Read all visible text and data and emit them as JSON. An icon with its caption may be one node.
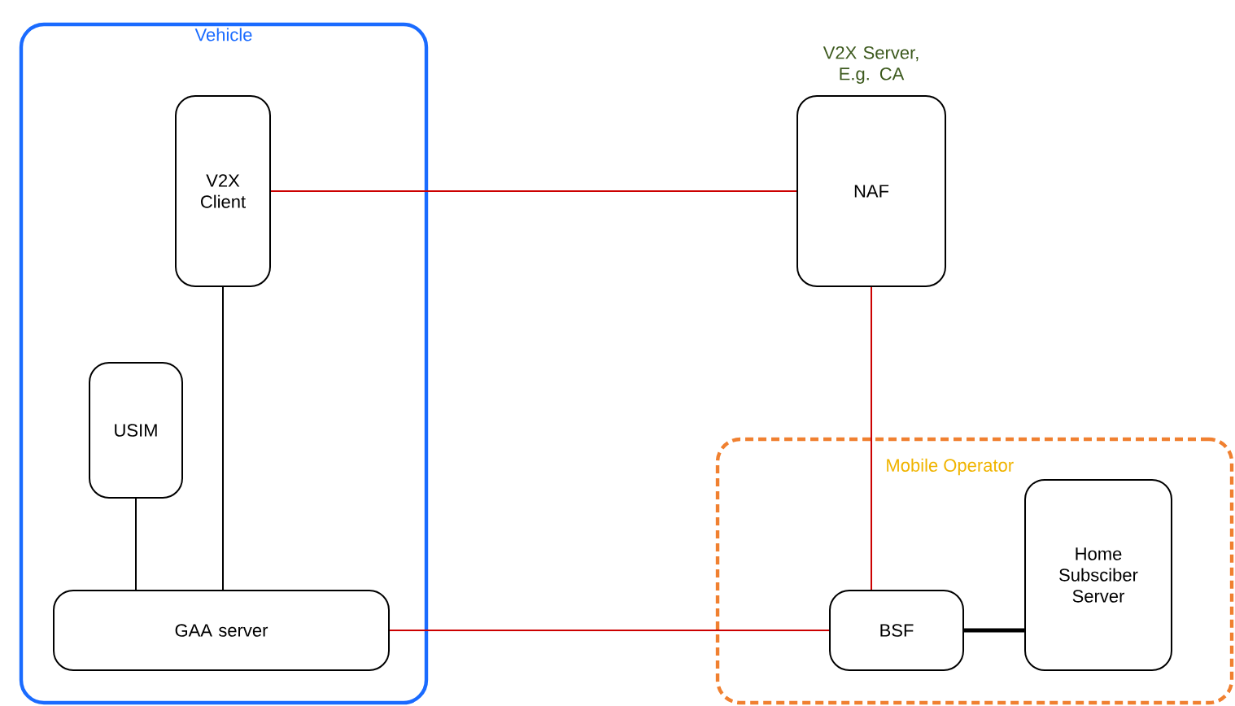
{
  "diagram": {
    "nodes": [
      {
        "text": [
          "Vehicle"
        ]
      },
      {
        "text": [
          "V2X Client"
        ],
        "in": 0
      },
      {
        "text": [
          "USIM"
        ],
        "in": 0
      },
      {
        "text": [
          "GAA server"
        ],
        "in": 0
      },
      {
        "text": [
          "NAF"
        ],
        "beside": [
          "V2X Server, E.g. CA"
        ]
      },
      {
        "text": [
          "Mobile Operator"
        ]
      },
      {
        "text": [
          "BSF"
        ],
        "in": 5
      },
      {
        "text": [
          "Home Subsciber Server"
        ],
        "in": 5
      }
    ],
    "edges": [
      {
        "from": 1,
        "to": 4,
        "arrow": "none",
        "color": "#cc0000"
      },
      {
        "from": 1,
        "to": 3,
        "arrow": "none",
        "color": "#000000"
      },
      {
        "from": 2,
        "to": 3,
        "arrow": "none",
        "color": "#000000"
      },
      {
        "from": 3,
        "to": 6,
        "arrow": "none",
        "color": "#cc0000"
      },
      {
        "from": 4,
        "to": 6,
        "arrow": "none",
        "color": "#cc0000"
      },
      {
        "from": 6,
        "to": 7,
        "arrow": "none",
        "style": "thick",
        "color": "#000000"
      }
    ]
  }
}
